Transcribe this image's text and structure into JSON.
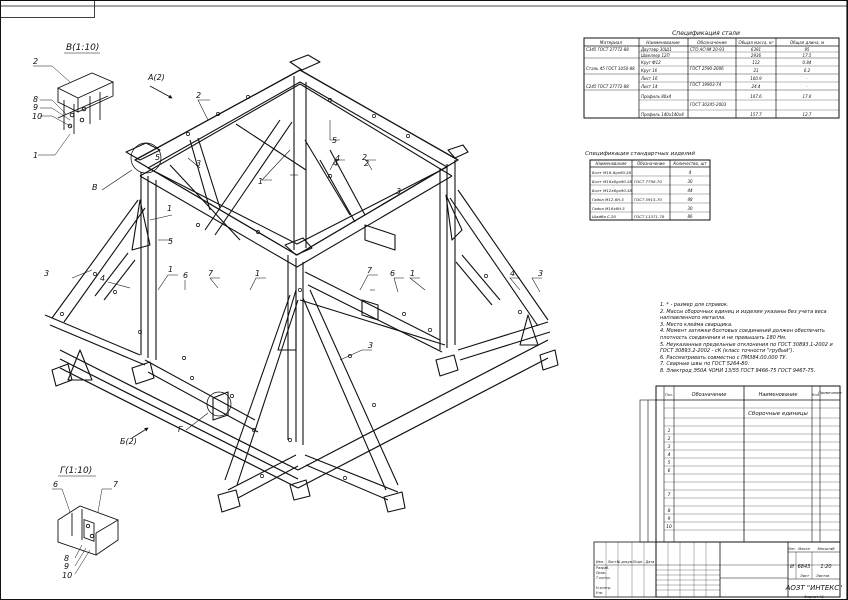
{
  "sheet": {
    "corner_label": "",
    "company": "АОЗТ \"ИНТЕКС\"",
    "mass": "6843",
    "scale": "1:20",
    "sheet_label": "Лист",
    "sheets_label": "Листов",
    "format": "Формат А1"
  },
  "views": {
    "view_b": "В(1:10)",
    "view_g": "Г(1:10)",
    "arrow_a": "А(2)",
    "arrow_b": "Б(2)",
    "mark_b": "В",
    "mark_g": "Г"
  },
  "callouts": {
    "main": [
      "2",
      "5",
      "1",
      "3",
      "4",
      "2",
      "1",
      "5",
      "3",
      "4",
      "1",
      "6",
      "7",
      "1",
      "7",
      "6",
      "1",
      "3",
      "4",
      "3",
      "5",
      "4",
      "2",
      "3"
    ],
    "detail_b": [
      "2",
      "8",
      "9",
      "10",
      "1"
    ],
    "detail_g": [
      "6",
      "7",
      "8",
      "9",
      "10"
    ]
  },
  "steel_spec": {
    "title": "Спецификация стали",
    "headers": [
      "Материал",
      "Наименование",
      "Обозначение",
      "Общая масса, кг",
      "Общая длина, м"
    ],
    "rows": [
      [
        "С345 ГОСТ 27772-88",
        "Двутавр 30Ш1",
        "СТО АСЧМ 20-93",
        "6391",
        "95"
      ],
      [
        "",
        "Швеллер 12П",
        "",
        "2936",
        "17.5"
      ],
      [
        "Сталь 45 ГОСТ 1050-88",
        "Круг Ф12",
        "ГОСТ 2590-2006",
        "112",
        "0.84"
      ],
      [
        "",
        "Круг 16",
        "",
        "21",
        "6.2"
      ],
      [
        "С245 ГОСТ 27772-88",
        "Лист 16",
        "ГОСТ 19903-74",
        "100.9",
        "-"
      ],
      [
        "",
        "Лист 14",
        "",
        "24.4",
        "-"
      ],
      [
        "",
        "Профиль 80х4",
        "ГОСТ 30245-2003",
        "107.6",
        "17.6"
      ],
      [
        "",
        "Профиль 140х140х4",
        "",
        "157.7",
        "12.7"
      ]
    ]
  },
  "std_spec": {
    "title": "Спецификация стандартных изделий",
    "headers": [
      "Наименование",
      "Обозначение",
      "Количество, шт"
    ],
    "rows": [
      [
        "Болт М16-6gх90.58",
        "",
        "4"
      ],
      [
        "Болт М16х6gх90.58",
        "ГОСТ 7798-70",
        "30"
      ],
      [
        "Болт М12х6gх90.58",
        "",
        "44"
      ],
      [
        "Гайка М12-6Н.5",
        "ГОСТ 5915-70",
        "48"
      ],
      [
        "Гайка М16х6Н.5",
        "",
        "30"
      ],
      [
        "Шайба С.20",
        "ГОСТ 11371-78",
        "86"
      ]
    ]
  },
  "notes": [
    "1. * - размер для справок.",
    "2. Массы сборочных единиц и изделия указаны без учета веса",
    "наплавленного металла.",
    "3. Место клейма сварщика.",
    "4. Момент затяжки болтовых соединений должен обеспечить",
    "плотность соединения и не превышать 180 Нм.",
    "5. Неуказанные предельные отклонения по ГОСТ 30893.1-2002 и",
    "ГОСТ 30893.2-2002 - сК (класс точности \"грубый\").",
    "6. Рассматривать совместно с ПМ384.00.000 ТУ.",
    "7. Сварные швы по ГОСТ 5264-80.",
    "8. Электрод Э50А ЧОНИ 13/55 ГОСТ 9466-75 ГОСТ 9467-75."
  ],
  "bom": {
    "headers": [
      "Поз.",
      "Обозначение",
      "Наименование",
      "Кол.",
      "Примечание"
    ],
    "section": "Сборочные единицы",
    "positions": [
      "1",
      "2",
      "3",
      "4",
      "5",
      "6",
      "7",
      "8",
      "9",
      "10"
    ]
  },
  "title_block": {
    "row_labels": [
      "Изм.",
      "Лист",
      "№ докум.",
      "Подп.",
      "Дата"
    ],
    "roles": [
      "Разраб.",
      "Пров.",
      "Т.контр.",
      "",
      "Н.контр.",
      "Утв."
    ],
    "lit_header": [
      "Лит.",
      "Масса",
      "Масштаб"
    ],
    "lit_value": "И"
  }
}
